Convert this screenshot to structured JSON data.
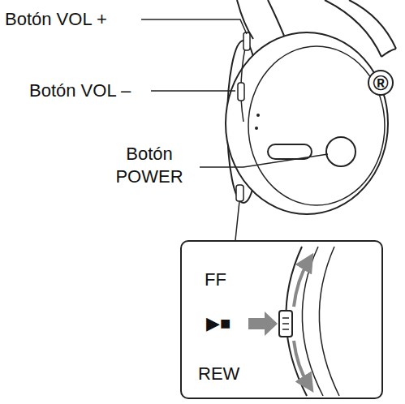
{
  "diagram": {
    "nodes": [
      {
        "text": [
          "FF",
          "▶■",
          "REW"
        ]
      }
    ],
    "labels": [
      "Botón VOL +",
      "Botón VOL –",
      "Botón POWER",
      "®"
    ]
  }
}
